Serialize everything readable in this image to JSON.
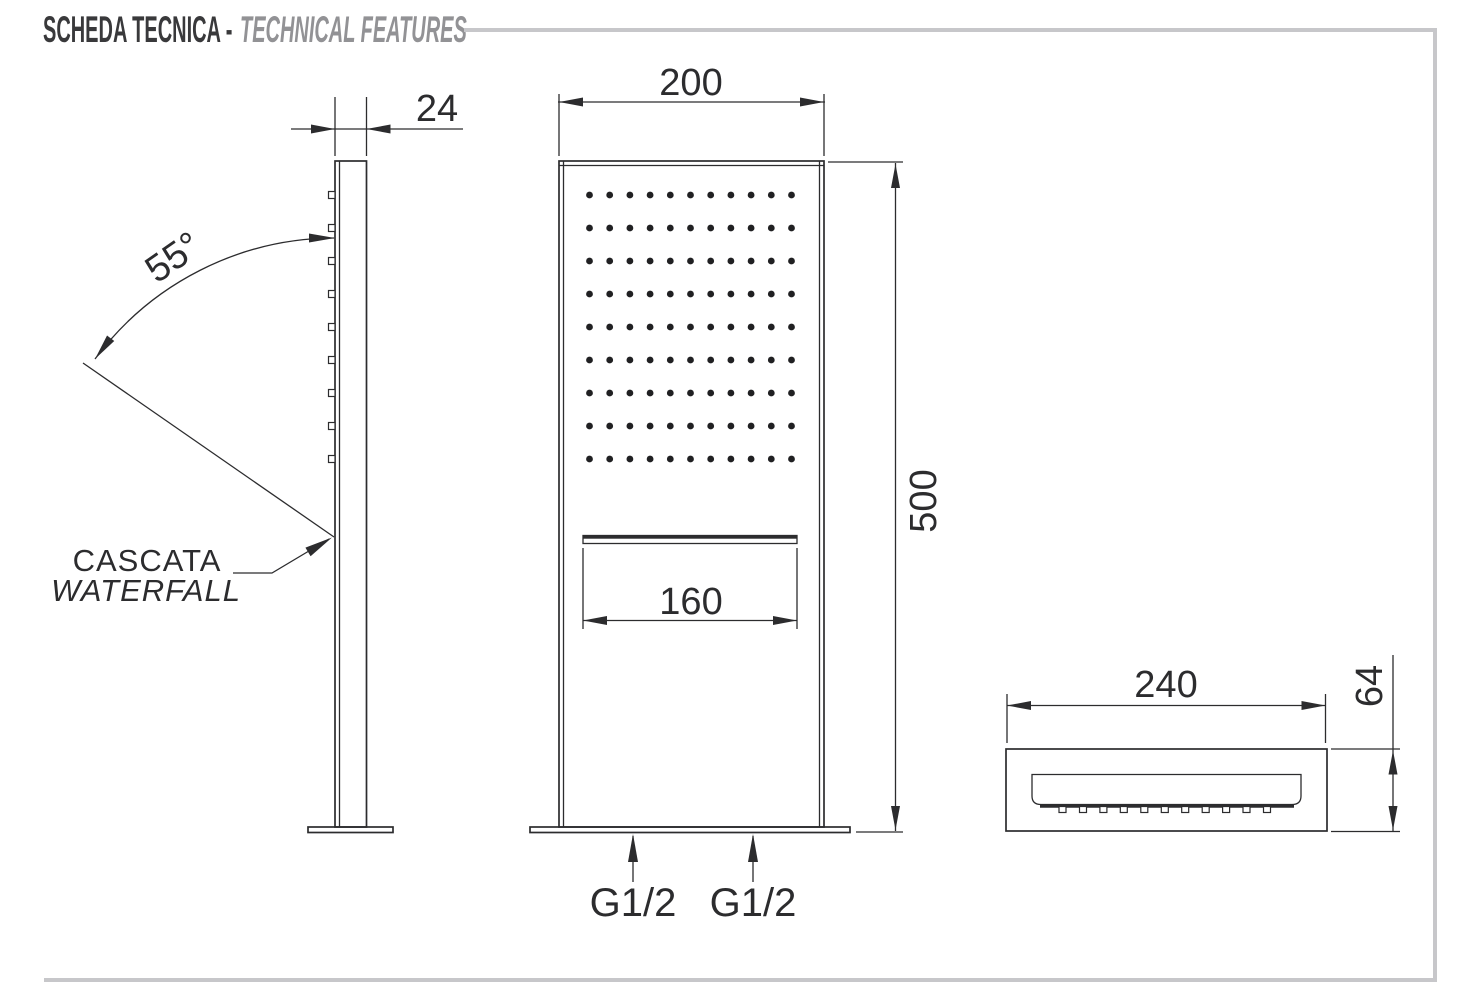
{
  "header": {
    "title_primary": "SCHEDA TECNICA -",
    "title_secondary": "TECHNICAL FEATURES"
  },
  "views": {
    "side": {
      "depth_dim": "24",
      "spray_angle": "55°",
      "waterfall_it": "CASCATA",
      "waterfall_en": "WATERFALL",
      "nozzle_count": 9
    },
    "front": {
      "width_dim": "200",
      "height_dim": "500",
      "slot_width_dim": "160",
      "inlet_labels": [
        "G1/2",
        "G1/2"
      ],
      "spray_grid": {
        "columns": 11,
        "rows": 9
      }
    },
    "top": {
      "width_dim": "240",
      "depth_dim": "64",
      "nozzle_count": 11
    }
  },
  "colors": {
    "line": "#2c2c2e",
    "frame": "#c7c7ca",
    "title_primary": "#39393b",
    "title_secondary": "#929295"
  }
}
